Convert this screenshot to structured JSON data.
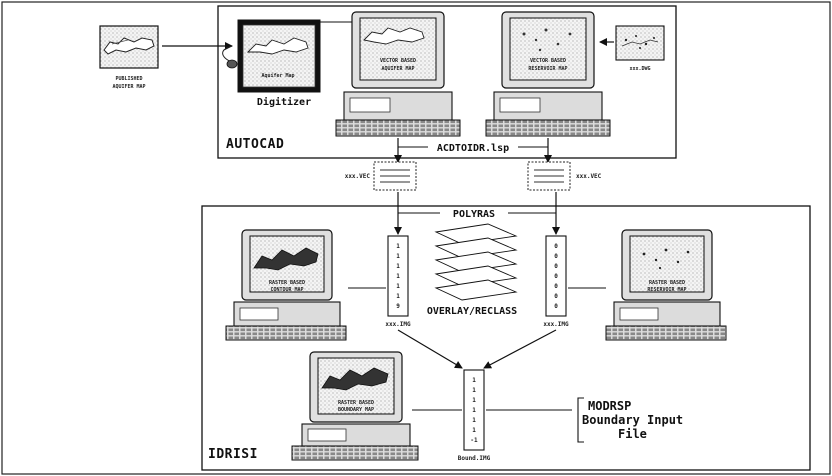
{
  "diagram": {
    "sections": {
      "autocad": "AUTOCAD",
      "idrisi": "IDRISI"
    },
    "processes": {
      "conversion": "ACDTOIDR.lsp",
      "rasterize": "POLYRAS",
      "overlay": "OVERLAY/RECLASS"
    },
    "source_map": {
      "title": "PUBLISHED",
      "subtitle": "AQUIFER MAP"
    },
    "digitizer": {
      "label": "Digitizer",
      "tablet_text": "Aquifer Map"
    },
    "vector_screens": [
      {
        "line1": "VECTOR BASED",
        "line2": "AQUIFER MAP"
      },
      {
        "line1": "VECTOR BASED",
        "line2": "RESERVOIR MAP"
      }
    ],
    "small_map_label": "xxx.DWG",
    "vector_files": [
      "xxx.VEC",
      "xxx.VEC"
    ],
    "raster_files": [
      "xxx.IMG",
      "xxx.IMG"
    ],
    "boundary_file": "Bound.IMG",
    "raster_screens": [
      {
        "line1": "RASTER BASED",
        "line2": "CONTOUR MAP"
      },
      {
        "line1": "RASTER BASED",
        "line2": "RESERVOIR MAP"
      },
      {
        "line1": "RASTER BASED",
        "line2": "BOUNDARY MAP"
      }
    ],
    "left_column_values": [
      "1",
      "1",
      "1",
      "1",
      "1",
      "1",
      "9"
    ],
    "right_column_values": [
      "0",
      "0",
      "0",
      "0",
      "0",
      "0",
      "0"
    ],
    "bound_column_values": [
      "1",
      "1",
      "1",
      "1",
      "1",
      "1",
      "-1"
    ],
    "output": {
      "line1": "MODRSP",
      "line2": "Boundary Input",
      "line3": "File"
    }
  }
}
